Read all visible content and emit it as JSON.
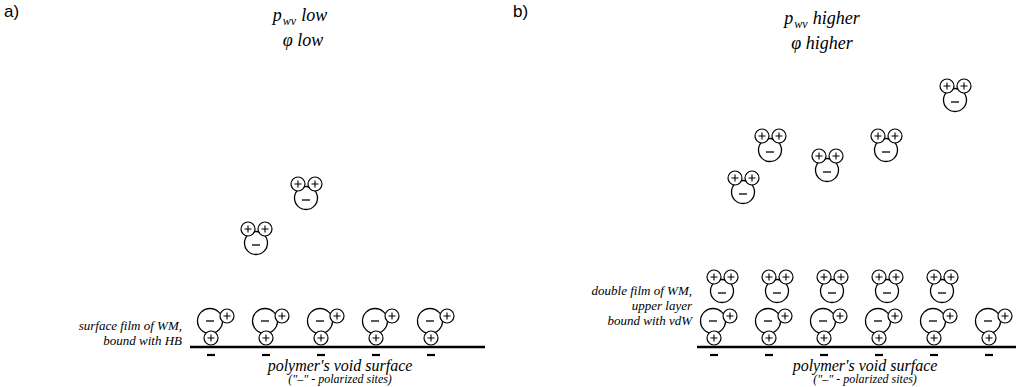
{
  "diagram": {
    "labels": [
      "a)",
      "p",
      "wv",
      "low",
      "φ low",
      "surface film of WM, bound with HB",
      "polymer's void surface",
      "(\"–\" - polarized sites)",
      "b)",
      "p",
      "wv",
      "higher",
      "φ higher",
      "double film of WM, upper layer bound with vdW",
      "polymer's void surface",
      "(\"–\" - polarized sites)"
    ]
  }
}
